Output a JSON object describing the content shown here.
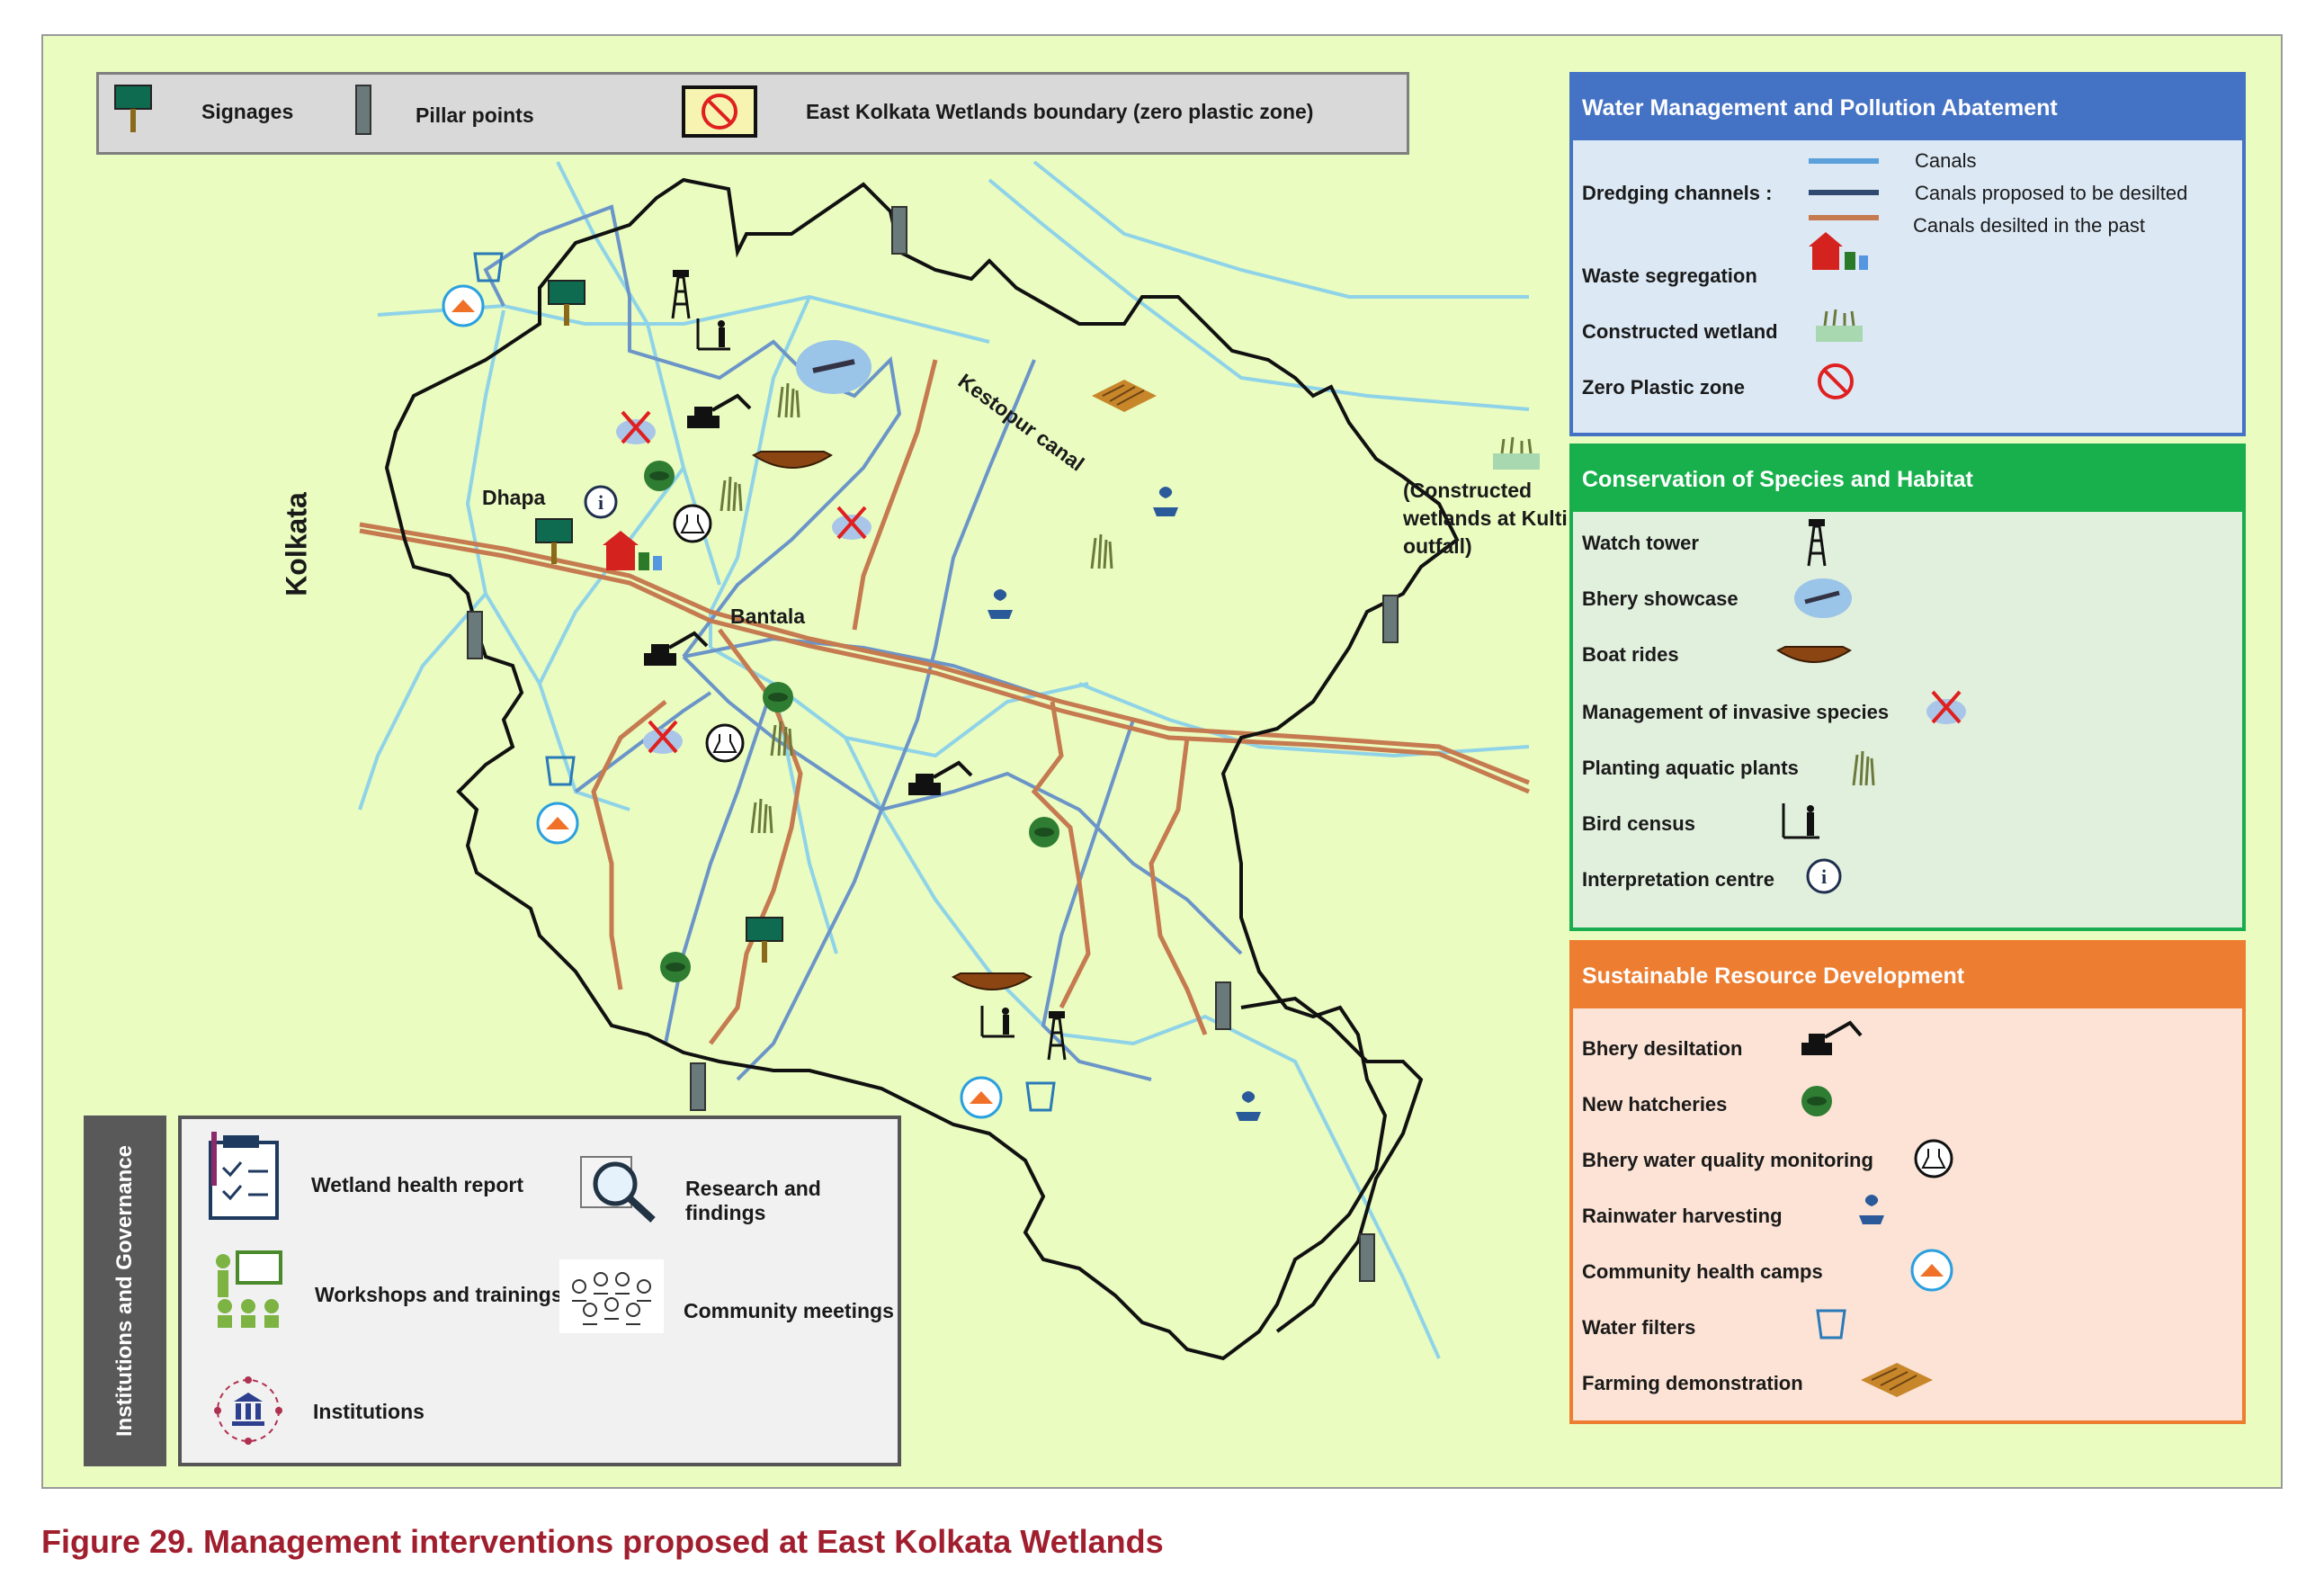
{
  "legend_top": {
    "signages": "Signages",
    "pillar_points": "Pillar points",
    "boundary": "East Kolkata Wetlands boundary (zero plastic zone)"
  },
  "map_labels": {
    "kolkata": "Kolkata",
    "dhapa": "Dhapa",
    "bantala": "Bantala",
    "kestopur": "Kestopur canal",
    "kulti": [
      "(Constructed",
      "wetlands at Kulti",
      "outfall)"
    ]
  },
  "water": {
    "title": "Water Management and Pollution Abatement",
    "dredging": "Dredging channels :",
    "canals": "Canals",
    "canals_proposed": "Canals proposed to be desilted",
    "canals_desilted": "Canals desilted in the past",
    "waste": "Waste segregation",
    "constructed": "Constructed wetland",
    "zero_plastic": "Zero Plastic zone"
  },
  "conservation": {
    "title": "Conservation of Species and Habitat",
    "items": [
      "Watch tower",
      "Bhery showcase",
      "Boat rides",
      "Management of invasive species",
      "Planting aquatic plants",
      "Bird census",
      "Interpretation centre"
    ]
  },
  "sustainable": {
    "title": "Sustainable Resource Development",
    "items": [
      "Bhery desiltation",
      "New hatcheries",
      "Bhery water quality monitoring",
      "Rainwater harvesting",
      "Community health camps",
      "Water filters",
      "Farming demonstration"
    ]
  },
  "governance": {
    "side_title": "Institutions and Governance",
    "health_report": "Wetland health report",
    "research": "Research and findings",
    "workshops": "Workshops and trainings",
    "community": "Community meetings",
    "institutions": "Institutions"
  },
  "caption": "Figure 29. Management interventions proposed at East Kolkata Wetlands",
  "colors": {
    "map_bg": "#eafcc0",
    "canal": "#8fd3e8",
    "canal_proposed": "#6b95c8",
    "canal_desilted": "#c57a50",
    "water_header": "#4472c4",
    "conservation_header": "#18b04c",
    "sustainable_header": "#ed7d31",
    "caption": "#a01e2d"
  }
}
